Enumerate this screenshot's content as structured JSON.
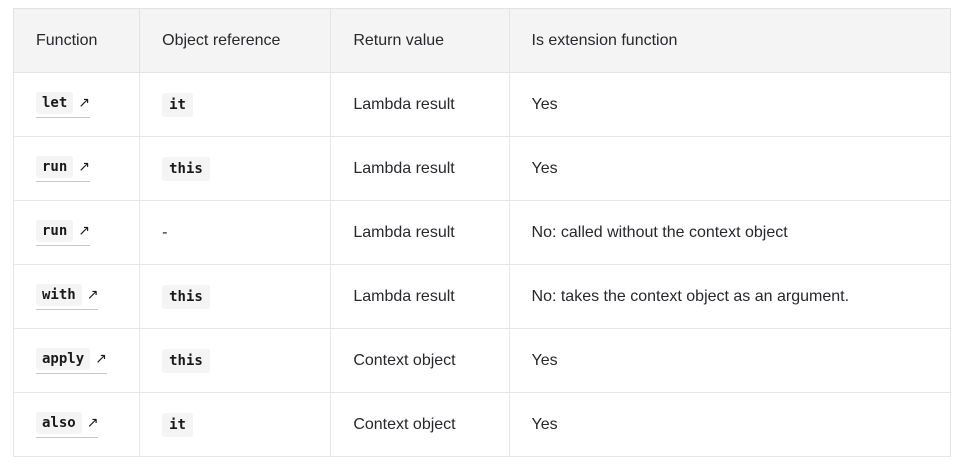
{
  "table": {
    "columns": [
      "Function",
      "Object reference",
      "Return value",
      "Is extension function"
    ],
    "rows": [
      {
        "function": "let",
        "function_link_icon": "external-link-arrow-icon",
        "object_reference": "it",
        "object_reference_is_code": true,
        "return_value": "Lambda result",
        "is_extension_function": "Yes"
      },
      {
        "function": "run",
        "function_link_icon": "external-link-arrow-icon",
        "object_reference": "this",
        "object_reference_is_code": true,
        "return_value": "Lambda result",
        "is_extension_function": "Yes"
      },
      {
        "function": "run",
        "function_link_icon": "external-link-arrow-icon",
        "object_reference": "-",
        "object_reference_is_code": false,
        "return_value": "Lambda result",
        "is_extension_function": "No: called without the context object"
      },
      {
        "function": "with",
        "function_link_icon": "external-link-arrow-icon",
        "object_reference": "this",
        "object_reference_is_code": true,
        "return_value": "Lambda result",
        "is_extension_function": "No: takes the context object as an argument."
      },
      {
        "function": "apply",
        "function_link_icon": "external-link-arrow-icon",
        "object_reference": "this",
        "object_reference_is_code": true,
        "return_value": "Context object",
        "is_extension_function": "Yes"
      },
      {
        "function": "also",
        "function_link_icon": "external-link-arrow-icon",
        "object_reference": "it",
        "object_reference_is_code": true,
        "return_value": "Context object",
        "is_extension_function": "Yes"
      }
    ]
  },
  "icons": {
    "external_link_arrow": "↗"
  },
  "colors": {
    "page_background": "#ffffff",
    "edge_strip": "#1c1c1c",
    "header_background": "#f4f4f4",
    "code_chip_background": "#f4f4f4",
    "border": "#e3e3e3",
    "text": "#27282c"
  }
}
